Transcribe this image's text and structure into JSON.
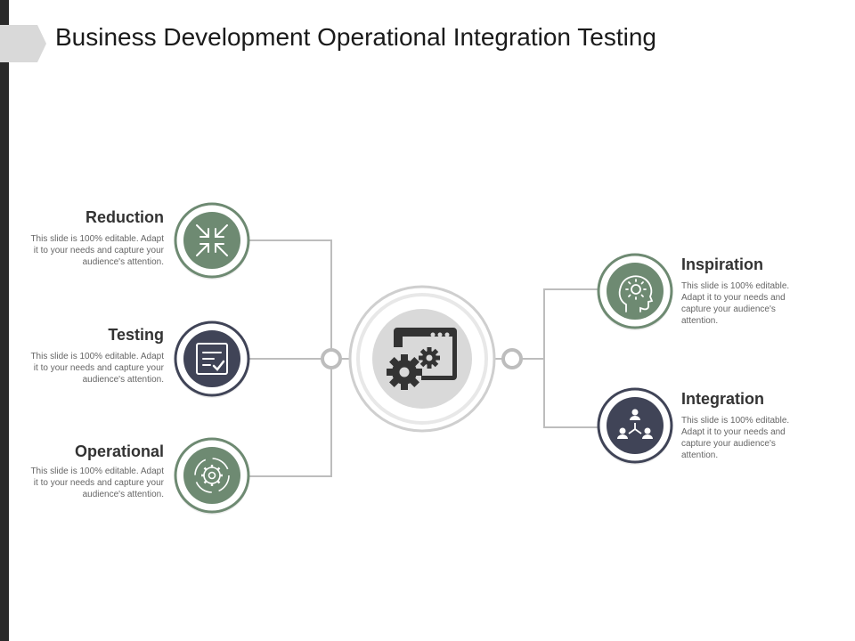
{
  "title": "Business Development Operational Integration Testing",
  "colors": {
    "green": "#6e8a72",
    "navy": "#404457",
    "ring_gray": "#d9d9d9",
    "line_gray": "#bdbdbd"
  },
  "center": {
    "icon": "gears-window-icon"
  },
  "items": [
    {
      "heading": "Reduction",
      "description": "This slide is 100% editable. Adapt it to your needs and capture your audience's attention.",
      "icon": "compress-arrows-icon",
      "color": "green"
    },
    {
      "heading": "Testing",
      "description": "This slide is 100% editable. Adapt it to your needs and capture your audience's attention.",
      "icon": "checklist-icon",
      "color": "navy"
    },
    {
      "heading": "Operational",
      "description": "This slide is 100% editable. Adapt it to your needs and capture your audience's attention.",
      "icon": "gear-cycle-icon",
      "color": "green"
    },
    {
      "heading": "Inspiration",
      "description": "This slide is 100% editable. Adapt it to your needs and capture your audience's attention.",
      "icon": "head-lightbulb-icon",
      "color": "green"
    },
    {
      "heading": "Integration",
      "description": "This slide is 100% editable. Adapt it to your needs and capture your audience's attention.",
      "icon": "network-people-icon",
      "color": "navy"
    }
  ]
}
